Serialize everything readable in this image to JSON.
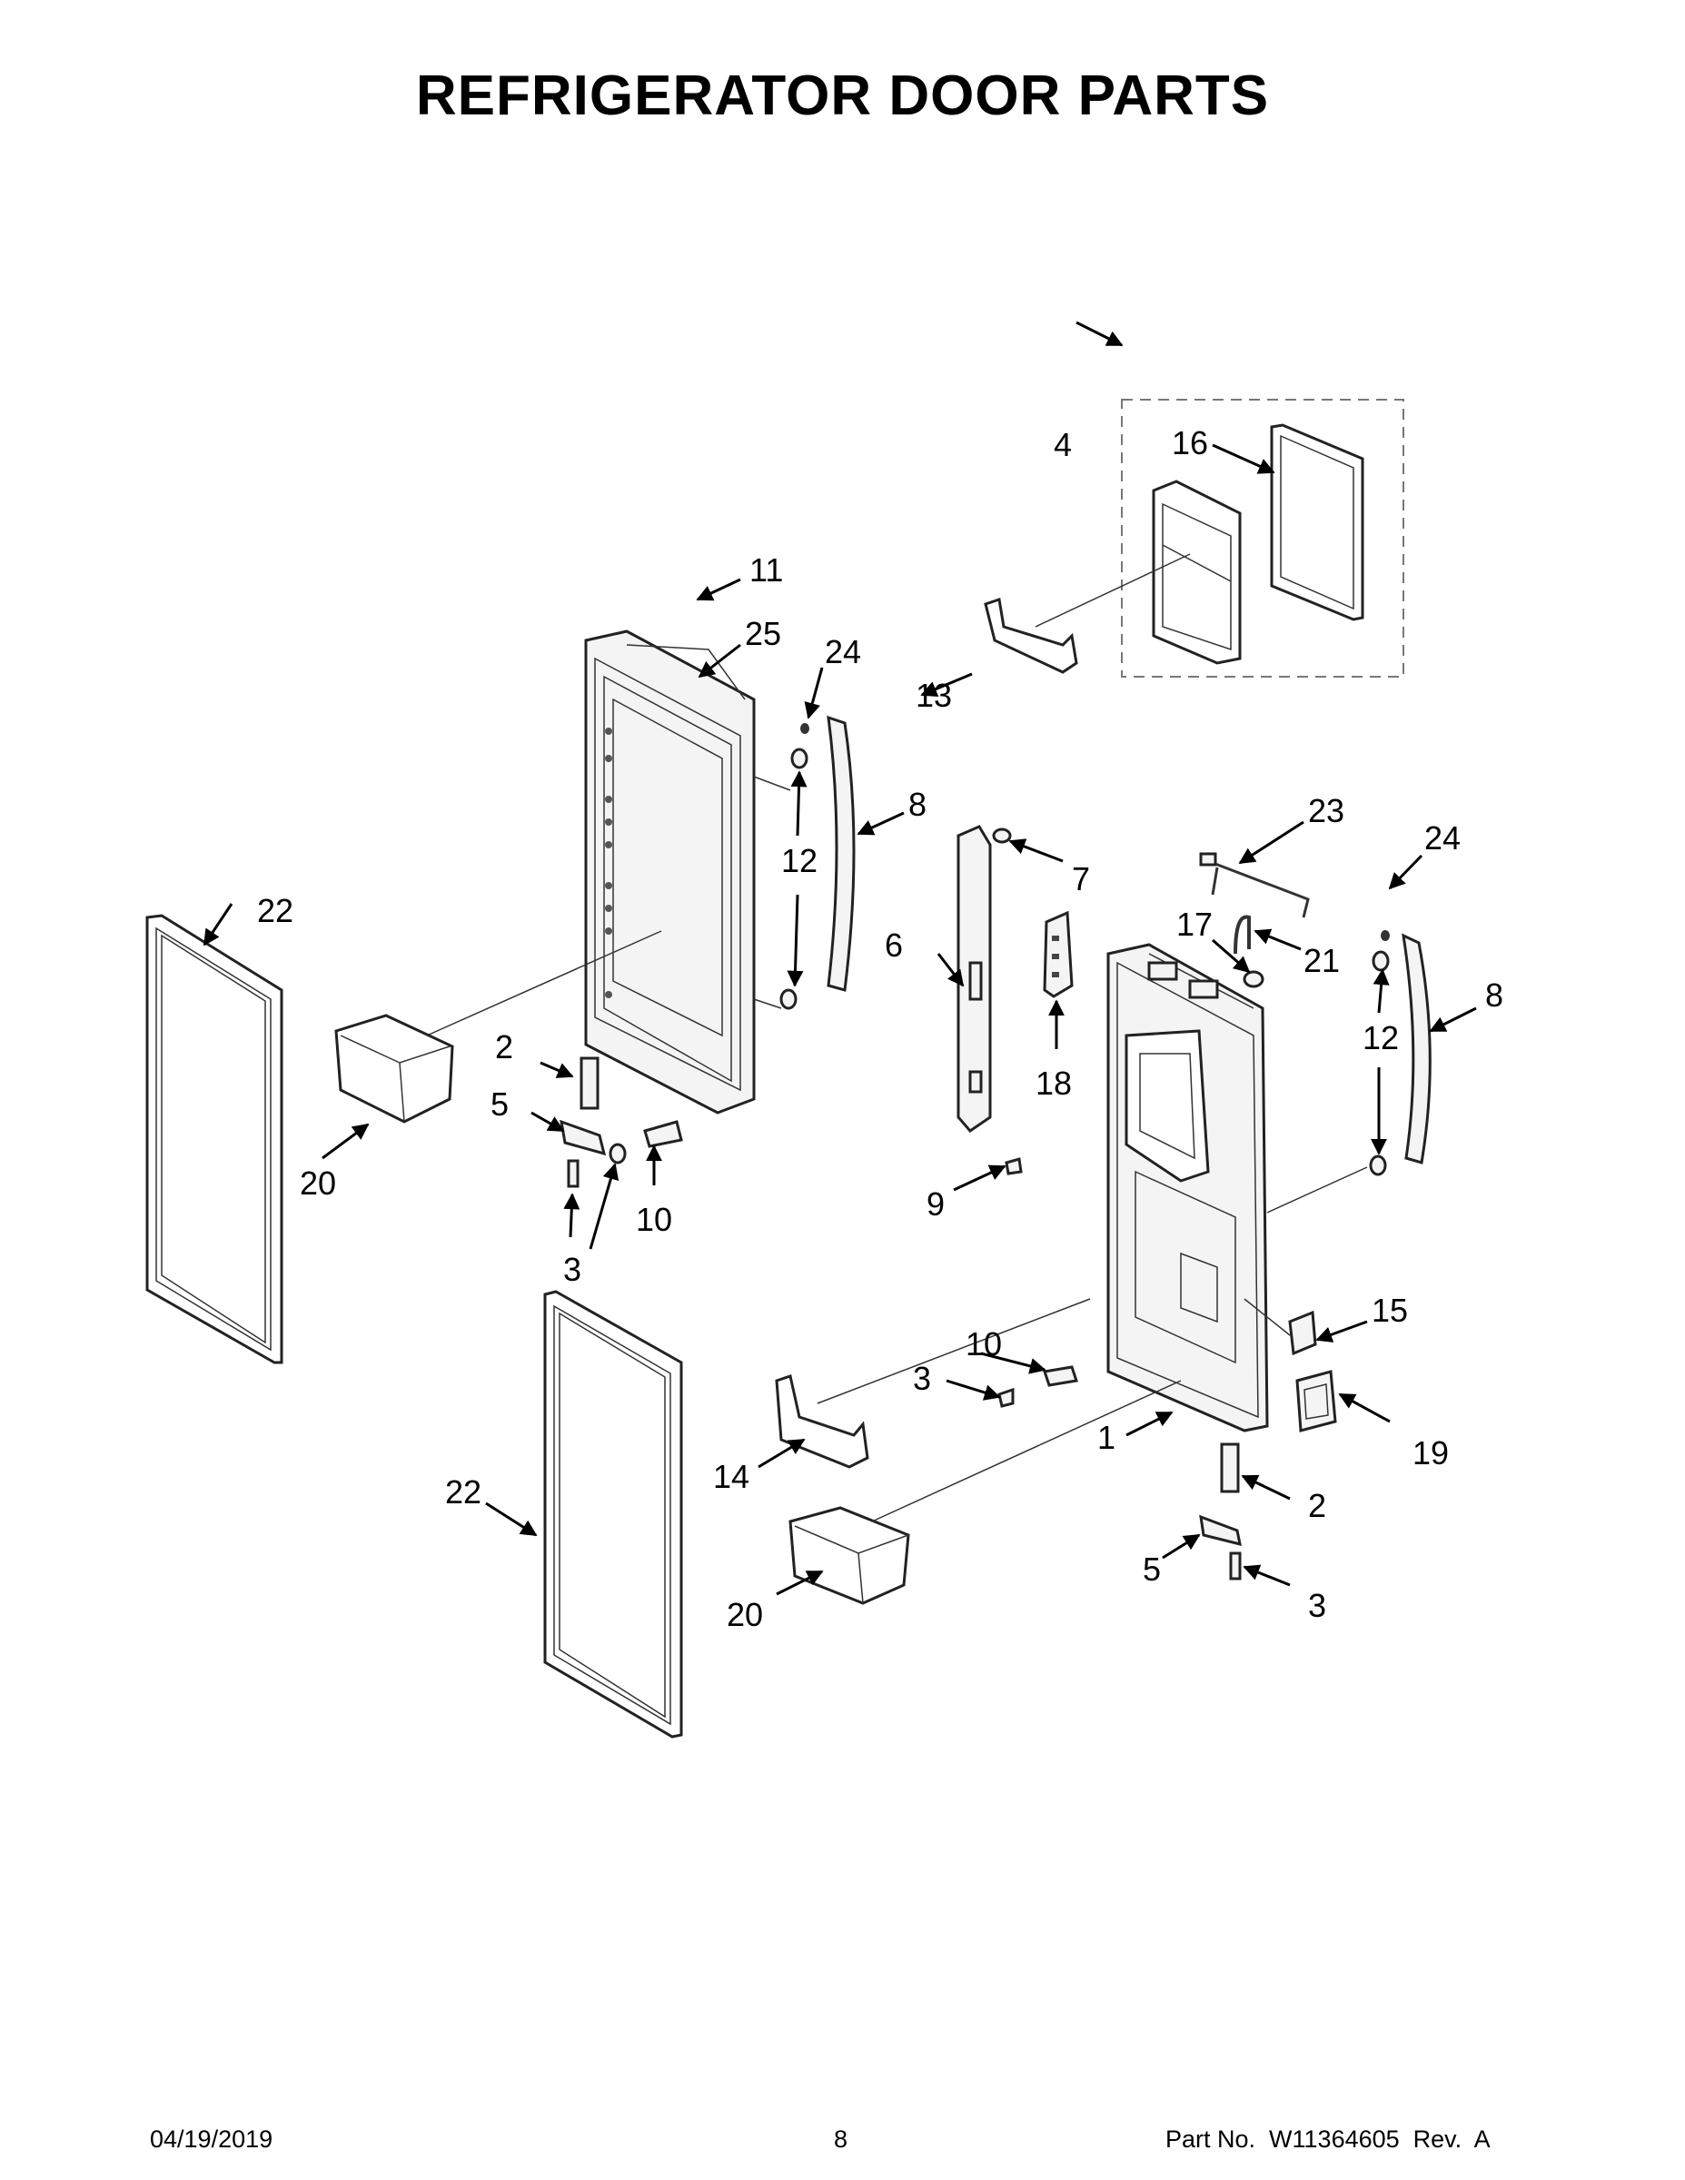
{
  "title": "REFRIGERATOR DOOR PARTS",
  "footer": {
    "date": "04/19/2019",
    "page": "8",
    "part_no": "Part No.  W11364605  Rev.  A"
  },
  "callouts": [
    "1",
    "2",
    "3",
    "4",
    "5",
    "6",
    "7",
    "8",
    "9",
    "10",
    "11",
    "12",
    "13",
    "14",
    "15",
    "16",
    "17",
    "18",
    "19",
    "20",
    "21",
    "22",
    "23",
    "24",
    "25"
  ]
}
